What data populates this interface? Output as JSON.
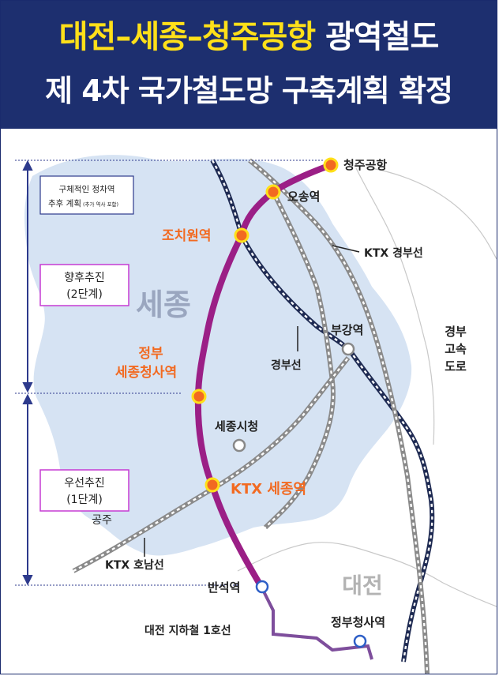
{
  "header": {
    "title_yellow": "대전–세종–청주공항",
    "title_white": "광역철도",
    "subtitle": "제 4차 국가철도망 구축계획 확정"
  },
  "colors": {
    "header_bg": "#1d2f6f",
    "title_accent": "#ffe019",
    "new_line": "#9b1f86",
    "subway_line": "#7e4e9c",
    "station_orange": "#f26a21",
    "region_fill": "#d6e3f3",
    "stage_box_border": "#c63bd3",
    "bracket": "#2d3a8c"
  },
  "regions": {
    "sejong": "세종",
    "daejeon": "대전",
    "gongju": "공주"
  },
  "stations": {
    "cheongju_airport": "청주공항",
    "oseong": "오송역",
    "jochiwon": "조치원역",
    "jeongbu_sejong": [
      "정부",
      "세종청사역"
    ],
    "ktx_sejong": "KTX 세종역",
    "banseok": "반석역",
    "jeongbu_cheongsa": "정부청사역",
    "bugang": "부강역",
    "sejong_city_hall": "세종시청"
  },
  "lines": {
    "ktx_gyeongbu": "KTX 경부선",
    "gyeongbu": "경부선",
    "gyeongbu_expressway": [
      "경부",
      "고속",
      "도로"
    ],
    "ktx_honam": "KTX 호남선",
    "daejeon_subway_1": "대전 지하철 1호선"
  },
  "stages": {
    "note_line1": "구체적인 정차역",
    "note_line2": "추후 계획",
    "note_small": "(추가 역사 포함)",
    "stage2": [
      "향후추진",
      "(2단계)"
    ],
    "stage1": [
      "우선추진",
      "(1단계)"
    ]
  }
}
